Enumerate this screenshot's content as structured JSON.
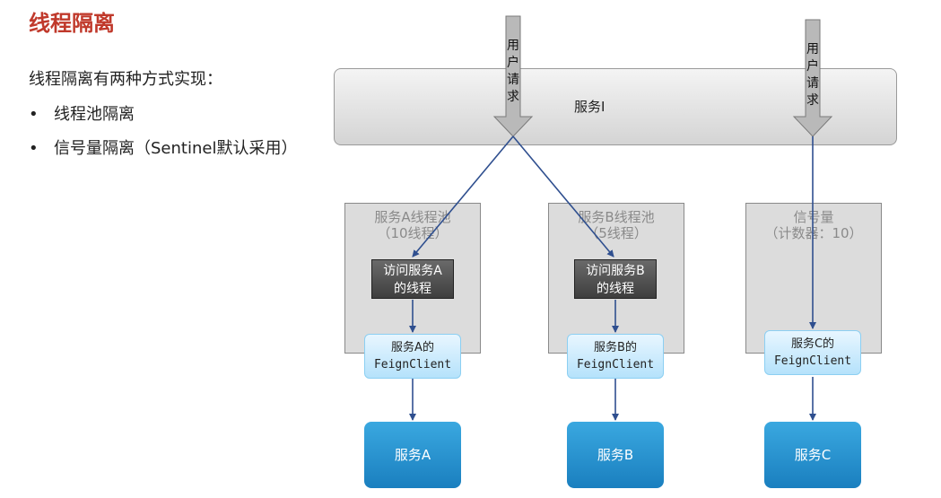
{
  "title": "线程隔离",
  "intro": "线程隔离有两种方式实现：",
  "bullets": [
    "线程池隔离",
    "信号量隔离（Sentinel默认采用）"
  ],
  "bullet_symbol": "•",
  "request_label": [
    "用",
    "户",
    "请",
    "求"
  ],
  "service_i": "服务I",
  "pool_a": {
    "title": "服务A线程池",
    "subtitle": "（10线程）"
  },
  "pool_b": {
    "title": "服务B线程池",
    "subtitle": "（5线程）"
  },
  "semaphore": {
    "title": "信号量",
    "subtitle": "（计数器：10）"
  },
  "thread_a": [
    "访问服务A",
    "的线程"
  ],
  "thread_b": [
    "访问服务B",
    "的线程"
  ],
  "feign_a": [
    "服务A的",
    "FeignClient"
  ],
  "feign_b": [
    "服务B的",
    "FeignClient"
  ],
  "feign_c": [
    "服务C的",
    "FeignClient"
  ],
  "service_a": "服务A",
  "service_b": "服务B",
  "service_c": "服务C",
  "colors": {
    "title": "#c0392b",
    "arrow": "#2f4f8f",
    "service": "#1f8ccf"
  }
}
